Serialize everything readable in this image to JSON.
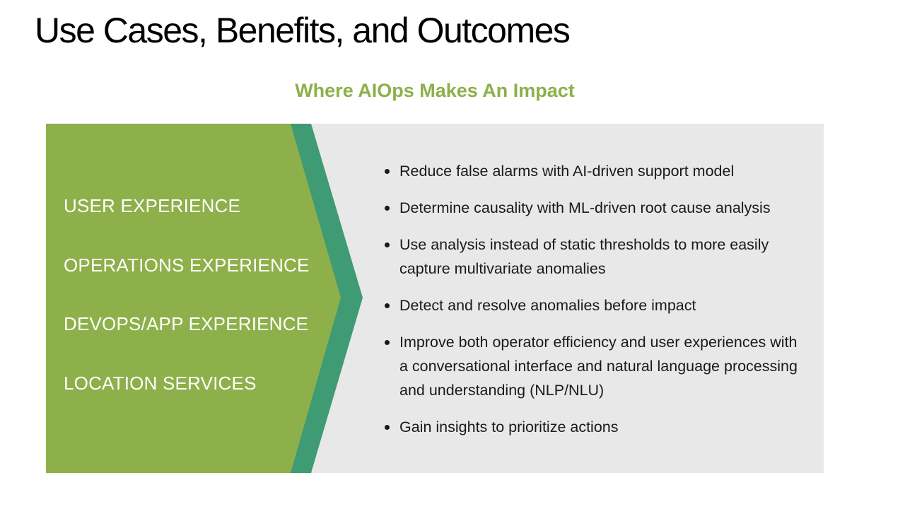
{
  "slide_title": "Use Cases, Benefits, and Outcomes",
  "diagram": {
    "heading": "Where AIOps Makes An Impact",
    "areas": [
      "USER EXPERIENCE",
      "OPERATIONS EXPERIENCE",
      "DEVOPS/APP EXPERIENCE",
      "LOCATION SERVICES"
    ],
    "benefits": [
      "Reduce false alarms with AI-driven support model",
      "Determine causality with ML-driven root cause analysis",
      "Use analysis instead of static thresholds to more easily capture multivariate anomalies",
      "Detect and resolve anomalies before impact",
      "Improve both operator efficiency and user experiences with a conversational interface and natural language processing and understanding (NLP/NLU)",
      "Gain insights to prioritize actions"
    ],
    "colors": {
      "green": "#8db04a",
      "teal": "#3f9b74",
      "gray": "#e8e8e8"
    }
  }
}
